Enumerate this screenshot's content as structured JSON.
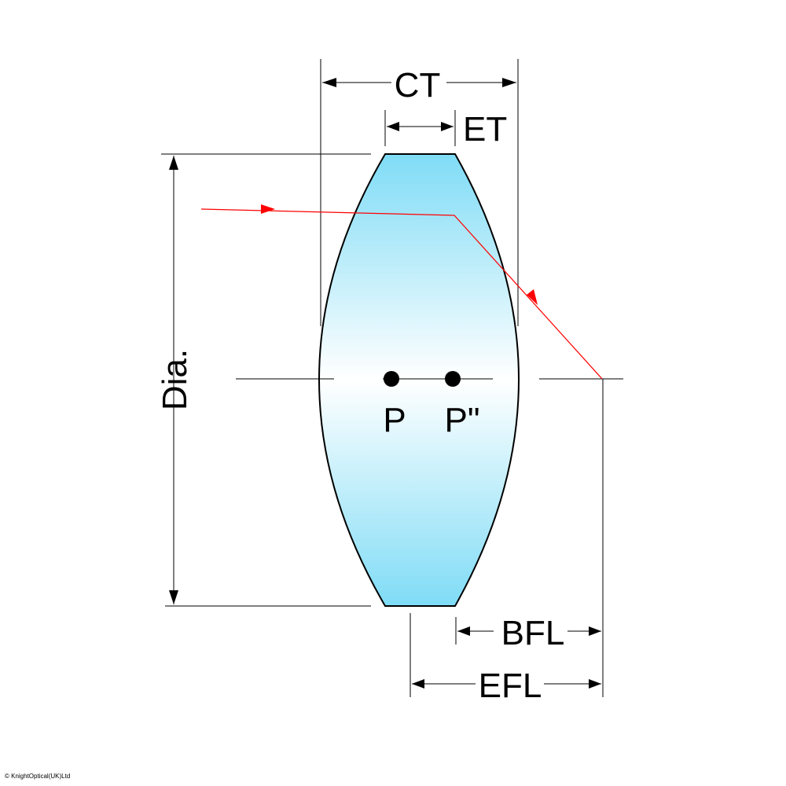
{
  "labels": {
    "ct": "CT",
    "et": "ET",
    "dia": "Dia.",
    "p": "P",
    "p2": "P\"",
    "bfl": "BFL",
    "efl": "EFL"
  },
  "copyright": "© KnightOptical(UK)Ltd",
  "colors": {
    "lens": "#80dcf5",
    "ray": "#ff0000",
    "line": "#000000"
  }
}
